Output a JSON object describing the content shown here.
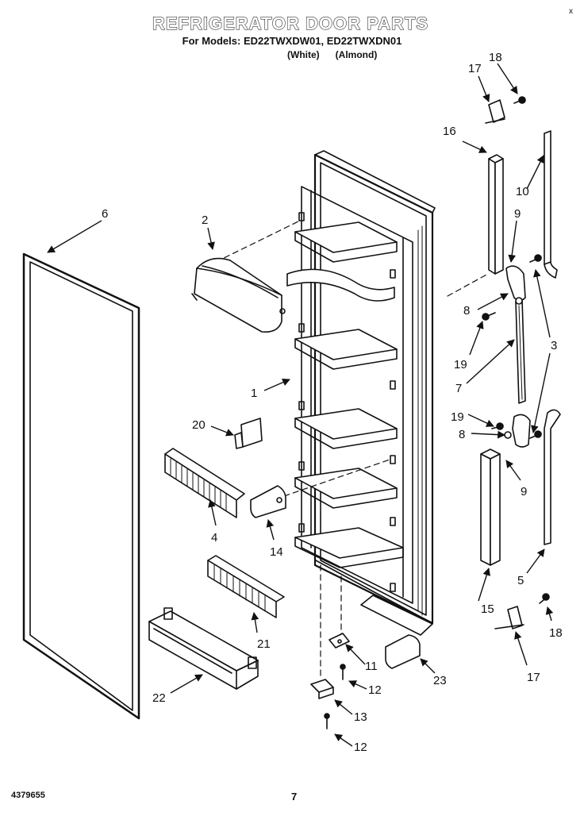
{
  "header": {
    "title": "REFRIGERATOR DOOR PARTS",
    "models_line": "For Models: ED22TWXDW01, ED22TWXDN01",
    "variant_white": "(White)",
    "variant_almond": "(Almond)"
  },
  "footer": {
    "doc_number": "4379655",
    "page_number": "7",
    "corner_mark": "x"
  },
  "callouts": {
    "c1": "1",
    "c2": "2",
    "c3": "3",
    "c4": "4",
    "c5": "5",
    "c6": "6",
    "c7": "7",
    "c8a": "8",
    "c8b": "8",
    "c9a": "9",
    "c9b": "9",
    "c10": "10",
    "c11": "11",
    "c12a": "12",
    "c12b": "12",
    "c13": "13",
    "c14": "14",
    "c15": "15",
    "c16": "16",
    "c17a": "17",
    "c17b": "17",
    "c18a": "18",
    "c18b": "18",
    "c19a": "19",
    "c19b": "19",
    "c20": "20",
    "c21": "21",
    "c22": "22",
    "c23": "23"
  },
  "colors": {
    "line": "#111111",
    "fill": "#ffffff"
  }
}
